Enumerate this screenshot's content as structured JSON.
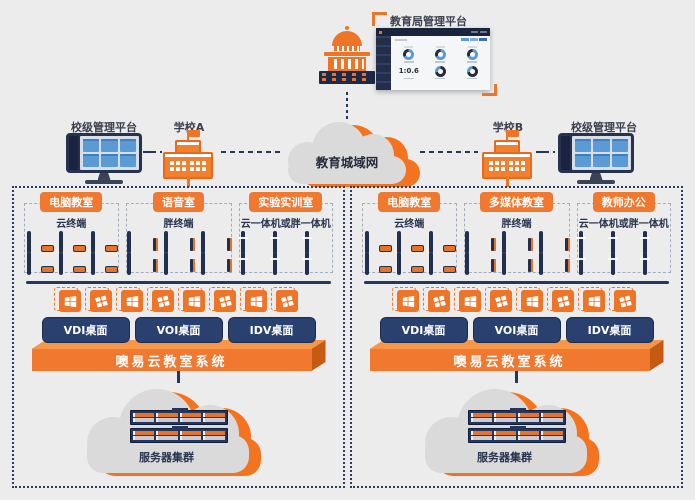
{
  "header": {
    "bureau_platform_label": "教育局管理平台",
    "dashboard_ratio": "1:0.6",
    "metro_network_label": "教育城域网",
    "left": {
      "platform_label": "校级管理平台",
      "school_label": "学校A"
    },
    "right": {
      "platform_label": "校级管理平台",
      "school_label": "学校B"
    }
  },
  "zones": [
    {
      "classrooms": [
        {
          "label": "电脑教室",
          "terminal_type": "云终端"
        },
        {
          "label": "语音室",
          "terminal_type": "胖终端"
        },
        {
          "label": "实验实训室",
          "terminal_type": "云一体机或胖一体机"
        }
      ],
      "desktop_buttons": [
        "VDI桌面",
        "VOI桌面",
        "IDV桌面"
      ],
      "platform_bar_label": "噢易云教室系统",
      "server_cluster_label": "服务器集群"
    },
    {
      "classrooms": [
        {
          "label": "电脑教室",
          "terminal_type": "云终端"
        },
        {
          "label": "多媒体教室",
          "terminal_type": "胖终端"
        },
        {
          "label": "教师办公",
          "terminal_type": "云一体机或胖一体机"
        }
      ],
      "desktop_buttons": [
        "VDI桌面",
        "VOI桌面",
        "IDV桌面"
      ],
      "platform_bar_label": "噢易云教室系统",
      "server_cluster_label": "服务器集群"
    }
  ],
  "colors": {
    "orange": "#EE7428",
    "navy": "#24385E",
    "background": "#ECECEC",
    "cloud_gray": "#DADADA",
    "cloud_orange": "#F4731F",
    "chart_blue": "#5B9BD5"
  }
}
